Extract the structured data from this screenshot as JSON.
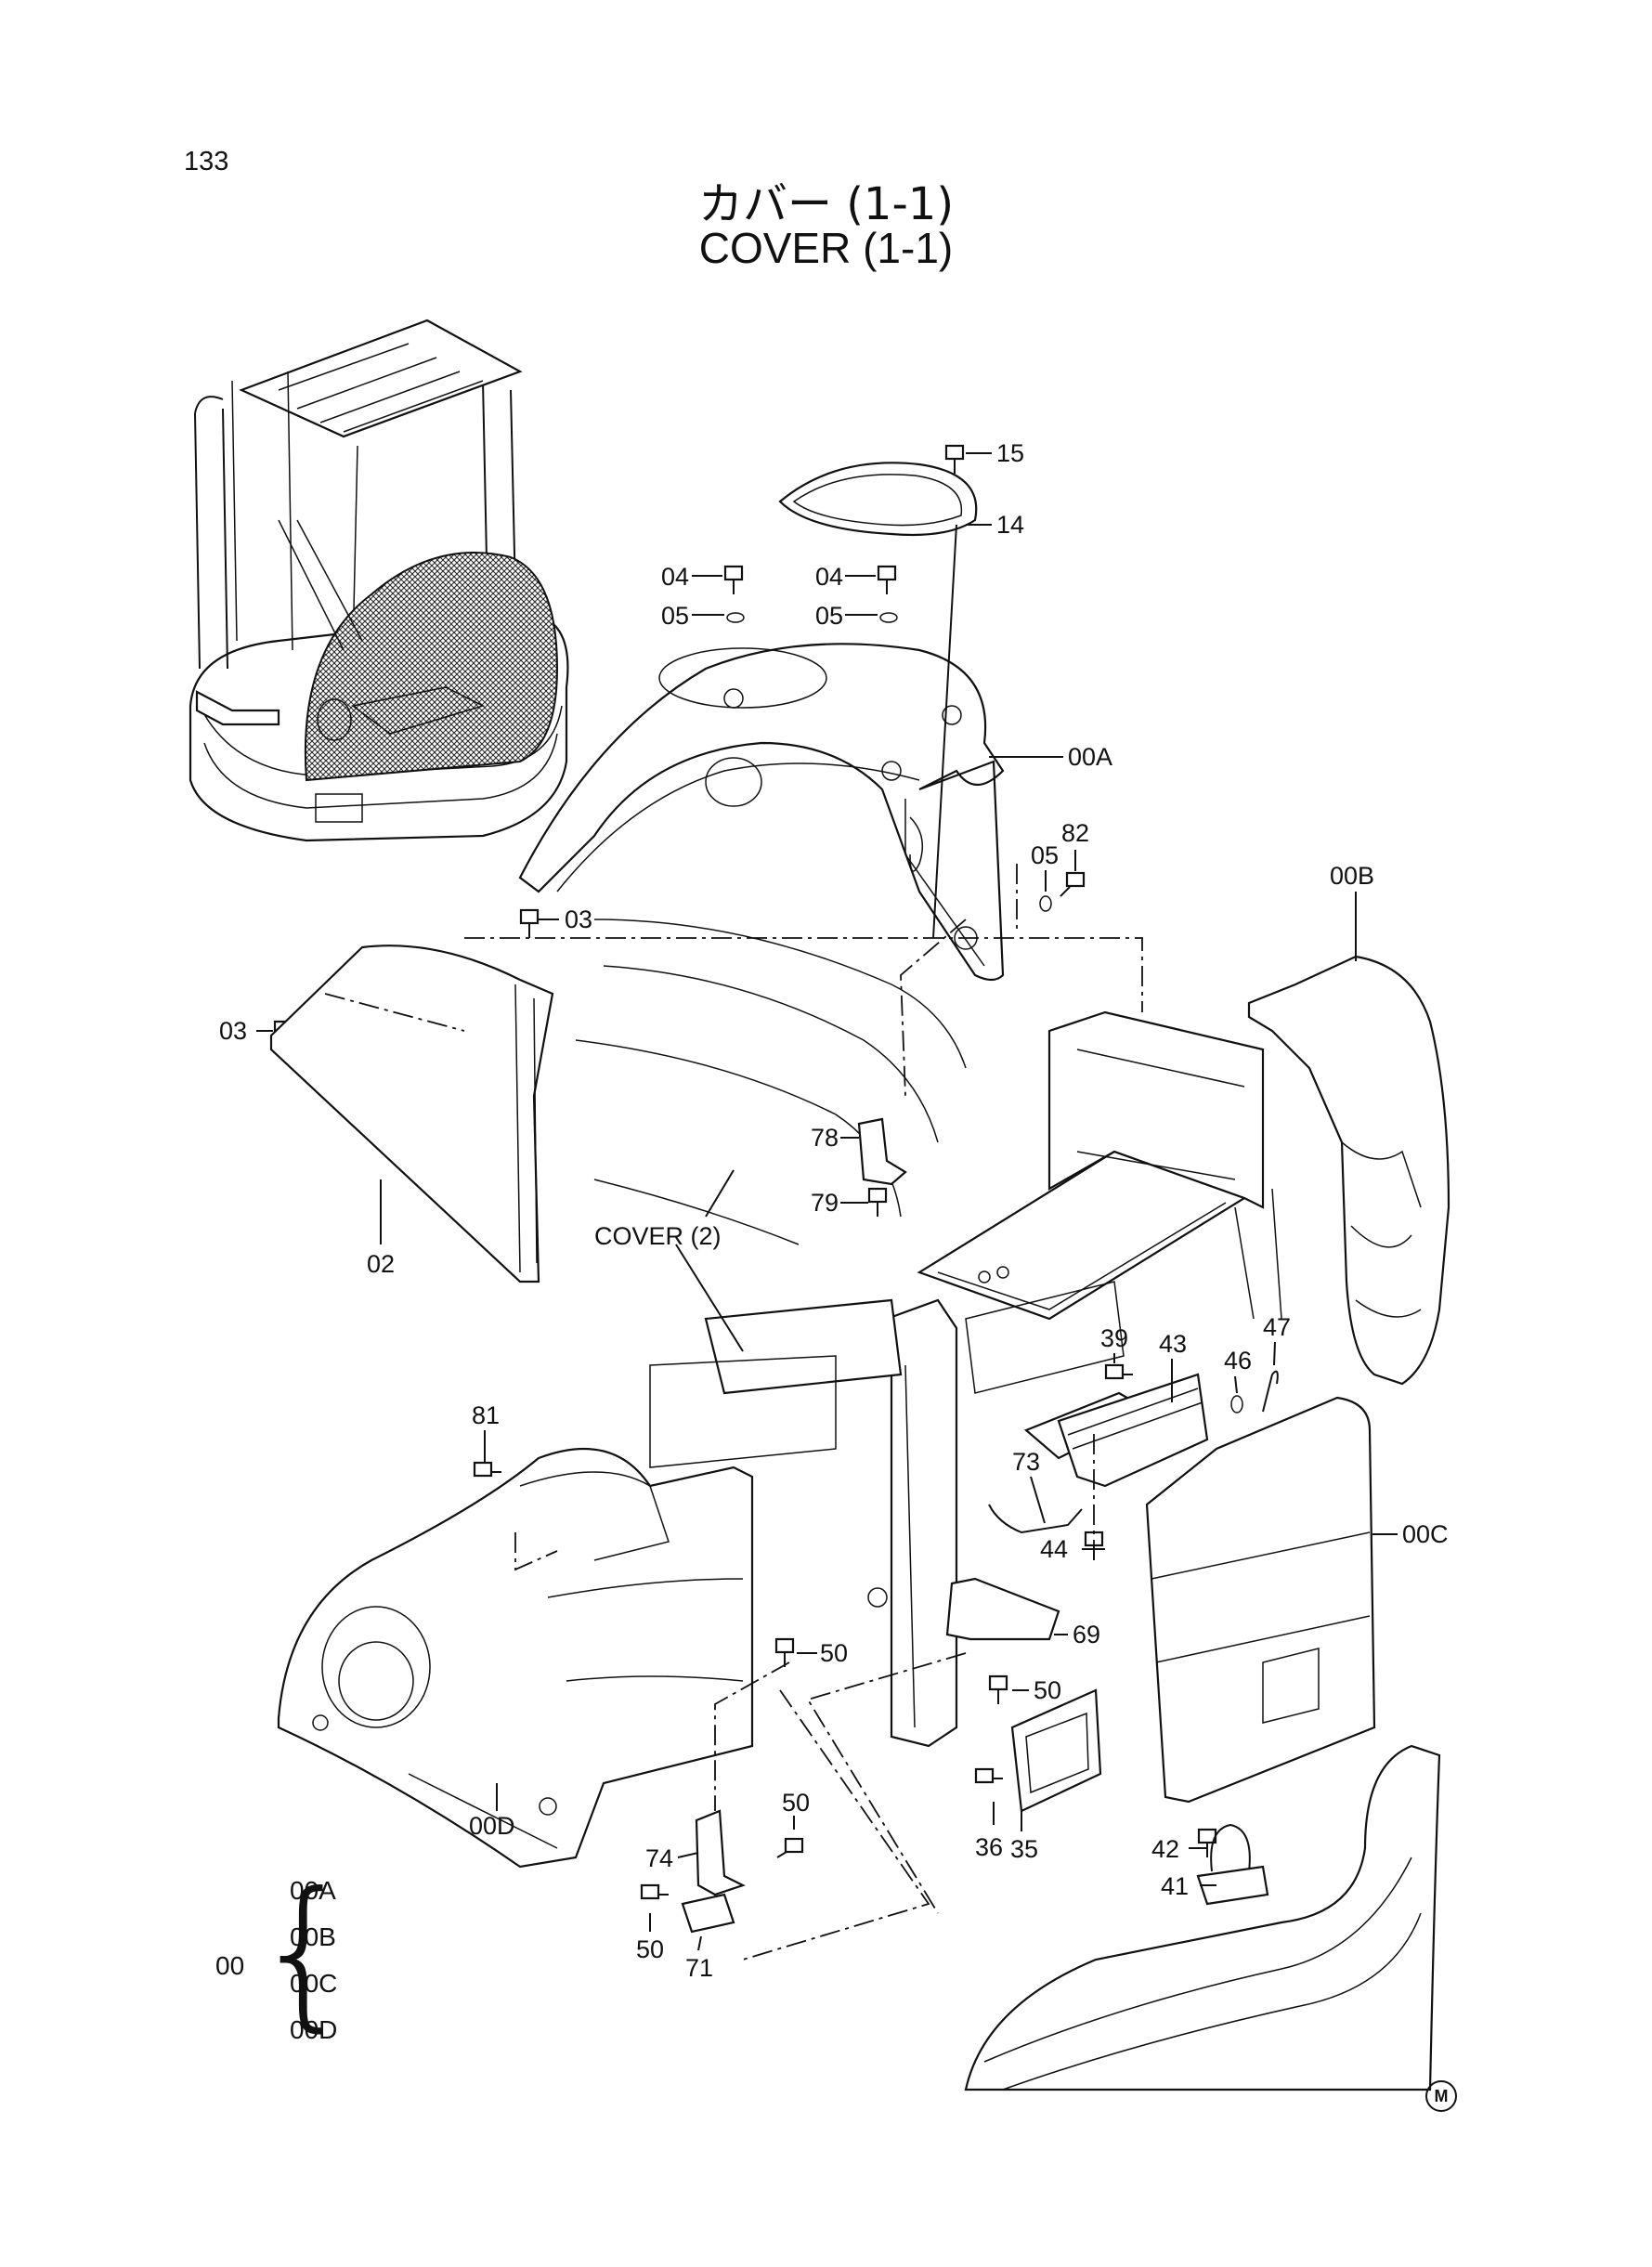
{
  "page_number": "133",
  "title": {
    "jp": "カバー (1-1)",
    "en": "COVER (1-1)"
  },
  "callouts": {
    "p15": "15",
    "p14": "14",
    "p04a": "04",
    "p05a": "05",
    "p04b": "04",
    "p05b": "05",
    "p00A": "00A",
    "p05c": "05",
    "p82": "82",
    "p00B": "00B",
    "p03a": "03",
    "p03b": "03",
    "p78": "78",
    "p79": "79",
    "p02": "02",
    "cover2": "COVER (2)",
    "p39": "39",
    "p43": "43",
    "p46": "46",
    "p47": "47",
    "p81": "81",
    "p73": "73",
    "p44": "44",
    "p00C": "00C",
    "p50a": "50",
    "p69": "69",
    "p50b": "50",
    "p36": "36",
    "p35": "35",
    "p50c": "50",
    "p74": "74",
    "p42": "42",
    "p41": "41",
    "p50d": "50",
    "p71": "71",
    "p00D": "00D"
  },
  "legend": {
    "root": "00",
    "items": [
      "00A",
      "00B",
      "00C",
      "00D"
    ]
  },
  "mark": "M"
}
